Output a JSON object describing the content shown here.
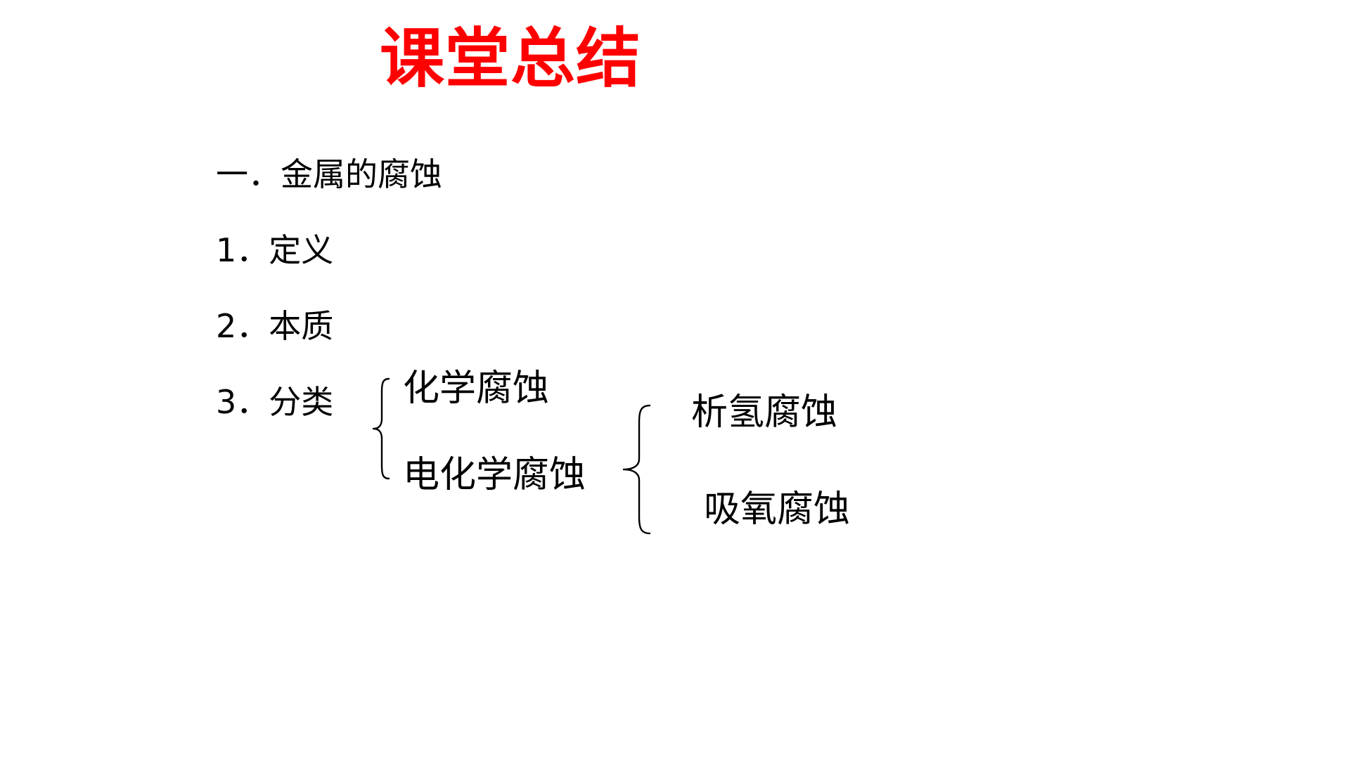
{
  "slide": {
    "title": "课堂总结",
    "section_heading": "一．金属的腐蚀",
    "items": [
      {
        "text": "1．定义"
      },
      {
        "text": "2．本质"
      },
      {
        "text": "3．分类"
      }
    ],
    "classification": {
      "chemical": "化学腐蚀",
      "electrochemical": "电化学腐蚀",
      "electrochemical_types": [
        {
          "text": "析氢腐蚀"
        },
        {
          "text": "吸氧腐蚀"
        }
      ]
    },
    "colors": {
      "title": "#ff0000",
      "text": "#000000",
      "background": "#ffffff"
    }
  }
}
